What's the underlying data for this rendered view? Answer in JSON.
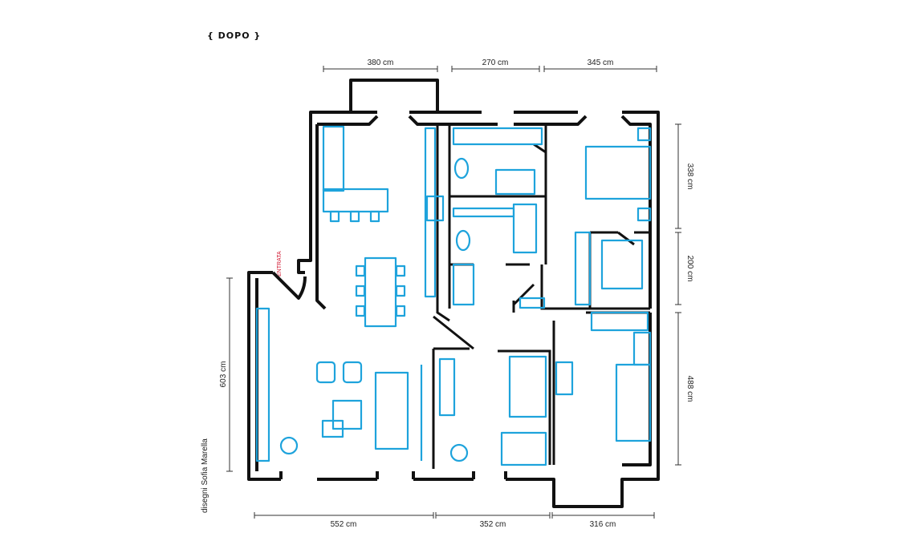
{
  "title": "{ DOPO }",
  "entrance_label": "ENTRATA",
  "credit": "disegni Sofia Marella",
  "dimensions": {
    "top": [
      "380 cm",
      "270 cm",
      "345 cm"
    ],
    "right": [
      "338 cm",
      "200 cm",
      "488 cm"
    ],
    "left": [
      "603 cm"
    ],
    "bottom": [
      "552 cm",
      "352 cm",
      "316 cm"
    ]
  },
  "colors": {
    "walls": "#111111",
    "furniture": "#1ea3dc",
    "entrance": "#d0102a"
  }
}
